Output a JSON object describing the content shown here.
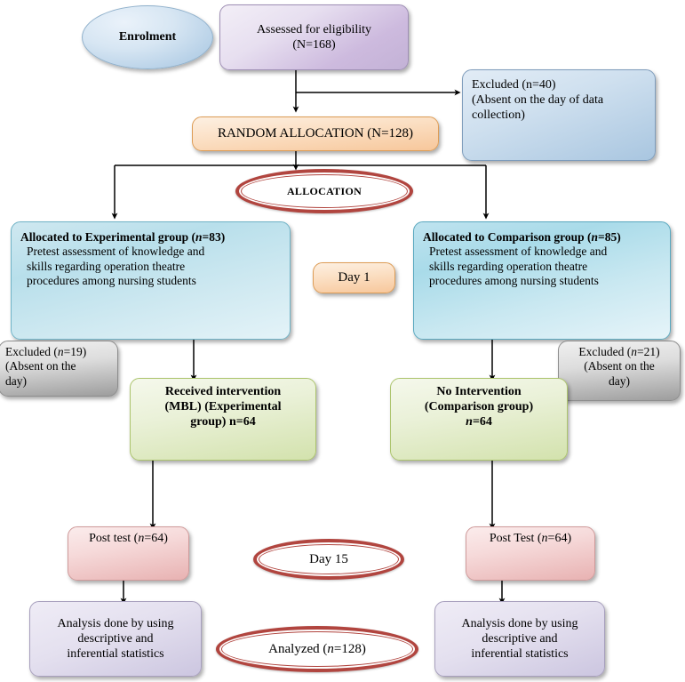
{
  "diagram": {
    "title": "CONSORT participant flow diagram",
    "colors": {
      "ring_red": "#b1453f",
      "cyan": "#b8dfeb",
      "green": "#d3e2ad",
      "pink": "#e8b2b2",
      "orange": "#f7c79b",
      "purple": "#cdbade",
      "blue": "#a9c6e0",
      "grey": "#9d9d9d",
      "arrow": "#000000"
    },
    "nodes": {
      "enrolment": {
        "label": "Enrolment"
      },
      "assessed": {
        "line1": "Assessed for eligibility",
        "line2": "(N=168)"
      },
      "excluded_40": {
        "line1": "Excluded (n=40)",
        "line2": "(Absent on the day of data",
        "line3": "collection)"
      },
      "random_allocation": {
        "label": "RANDOM ALLOCATION (N=128)"
      },
      "allocation_ellipse": {
        "label": "ALLOCATION"
      },
      "experimental": {
        "line1": "Allocated to Experimental group (",
        "line1_italic": "n",
        "line1_end": "=83)",
        "line2": "Pretest assessment of knowledge and",
        "line3": "skills regarding operation theatre",
        "line4": "procedures among nursing students"
      },
      "comparison": {
        "line1": "Allocated to Comparison group (",
        "line1_italic": "n",
        "line1_end": "=85)",
        "line2": "Pretest assessment of knowledge and",
        "line3": "skills regarding operation theatre",
        "line4": "procedures among nursing students"
      },
      "day1": {
        "label": "Day 1"
      },
      "excluded_19": {
        "line1_a": "Excluded (",
        "line1_it": "n",
        "line1_b": "=19)",
        "line2": "(Absent on the",
        "line3": "day)"
      },
      "excluded_21": {
        "line1_a": "Excluded (",
        "line1_it": "n",
        "line1_b": "=21)",
        "line2": "(Absent on the",
        "line3": "day)"
      },
      "intervention": {
        "line1": "Received intervention",
        "line2": "(MBL) (Experimental",
        "line3": "group) n=64"
      },
      "no_intervention": {
        "line1": "No Intervention",
        "line2": "(Comparison group)",
        "line3_it": "n",
        "line3_b": "=64"
      },
      "post_test_left": {
        "a": "Post test (",
        "it": "n",
        "b": "=64)"
      },
      "post_test_right": {
        "a": "Post Test (",
        "it": "n",
        "b": "=64)"
      },
      "day15": {
        "label": "Day 15"
      },
      "analyzed": {
        "a": "Analyzed (",
        "it": "n",
        "b": "=128)"
      },
      "analysis_left": {
        "line1": "Analysis done by using",
        "line2": "descriptive and",
        "line3": "inferential statistics"
      },
      "analysis_right": {
        "line1": "Analysis done by using",
        "line2": "descriptive and",
        "line3": "inferential statistics"
      }
    },
    "counts": {
      "assessed_for_eligibility": 168,
      "excluded_before_allocation": 40,
      "randomized": 128,
      "allocated_experimental": 83,
      "allocated_comparison": 85,
      "excluded_experimental": 19,
      "excluded_comparison": 21,
      "received_intervention": 64,
      "no_intervention": 64,
      "post_test_experimental": 64,
      "post_test_comparison": 64,
      "analyzed_total": 128
    }
  }
}
